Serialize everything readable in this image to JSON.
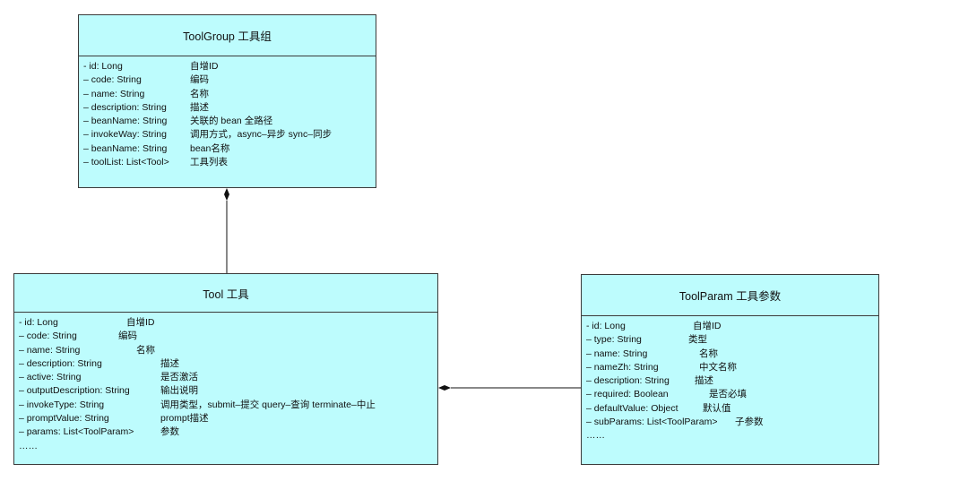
{
  "classes": {
    "toolgroup": {
      "title": "ToolGroup 工具组",
      "attributes": [
        {
          "sig": "- id: Long",
          "cmt": "自增ID"
        },
        {
          "sig": "– code: String",
          "cmt": "编码"
        },
        {
          "sig": "– name: String",
          "cmt": "名称"
        },
        {
          "sig": "– description: String",
          "cmt": "描述"
        },
        {
          "sig": "– beanName: String",
          "cmt": "关联的 bean 全路径"
        },
        {
          "sig": "– invokeWay: String",
          "cmt": "调用方式，async–异步 sync–同步"
        },
        {
          "sig": "– beanName: String",
          "cmt": "bean名称"
        },
        {
          "sig": "– toolList: List<Tool>",
          "cmt": "工具列表"
        }
      ]
    },
    "tool": {
      "title": "Tool 工具",
      "attributes": [
        {
          "sig": "- id: Long",
          "cmt": "自增ID"
        },
        {
          "sig": "– code: String",
          "cmt": "编码"
        },
        {
          "sig": "– name: String",
          "cmt": "名称"
        },
        {
          "sig": "– description: String",
          "cmt": "描述"
        },
        {
          "sig": "– active: String",
          "cmt": "是否激活"
        },
        {
          "sig": "– outputDescription: String",
          "cmt": "输出说明"
        },
        {
          "sig": "– invokeType: String",
          "cmt": "调用类型，submit–提交 query–查询 terminate–中止"
        },
        {
          "sig": "– promptValue: String",
          "cmt": "prompt描述"
        },
        {
          "sig": "– params: List<ToolParam>",
          "cmt": "参数"
        }
      ],
      "more": "……"
    },
    "toolparam": {
      "title": "ToolParam 工具参数",
      "attributes": [
        {
          "sig": "- id: Long",
          "cmt": "自增ID"
        },
        {
          "sig": "– type: String",
          "cmt": "类型"
        },
        {
          "sig": "– name: String",
          "cmt": "名称"
        },
        {
          "sig": "– nameZh: String",
          "cmt": "中文名称"
        },
        {
          "sig": "– description: String",
          "cmt": "描述"
        },
        {
          "sig": "– required: Boolean",
          "cmt": "是否必填"
        },
        {
          "sig": "– defaultValue: Object",
          "cmt": "默认值"
        },
        {
          "sig": "– subParams: List<ToolParam>",
          "cmt": "子参数"
        }
      ],
      "more": "……"
    }
  },
  "colors": {
    "box_fill": "#bdfcfd",
    "box_border": "#3a3a3a",
    "connector": "#111111"
  }
}
